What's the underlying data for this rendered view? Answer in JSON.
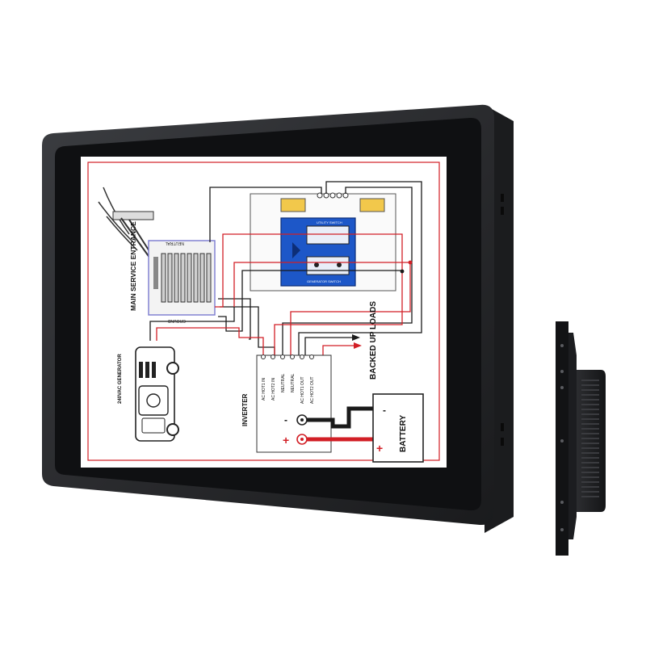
{
  "product": {
    "frame_color": "#2a2b2e",
    "bezel_color": "#111214",
    "side_body_color": "#1f2023"
  },
  "diagram": {
    "main_service_entrance": "MAIN SERVICE ENTRANCE",
    "neutral": "NEUTRAL",
    "ground": "GROUND",
    "utility_switch": "UTILITY SWITCH",
    "generator_switch": "GENERATOR SWITCH",
    "generator": "240VAC GENERATOR",
    "inverter": "INVERTER",
    "terminals": [
      "AC HOT1 IN",
      "AC HOT2 IN",
      "NEUTRAL",
      "NEUTRAL",
      "AC HOT1 OUT",
      "AC HOT2 OUT"
    ],
    "backed_up_loads": "BACKED UP LOADS",
    "battery": "BATTERY",
    "minus": "-",
    "plus": "+",
    "colors": {
      "red": "#d21f26",
      "black": "#1a1a1a",
      "blue_panel": "#1d57c8",
      "yellow_panel": "#f2c84b"
    }
  }
}
